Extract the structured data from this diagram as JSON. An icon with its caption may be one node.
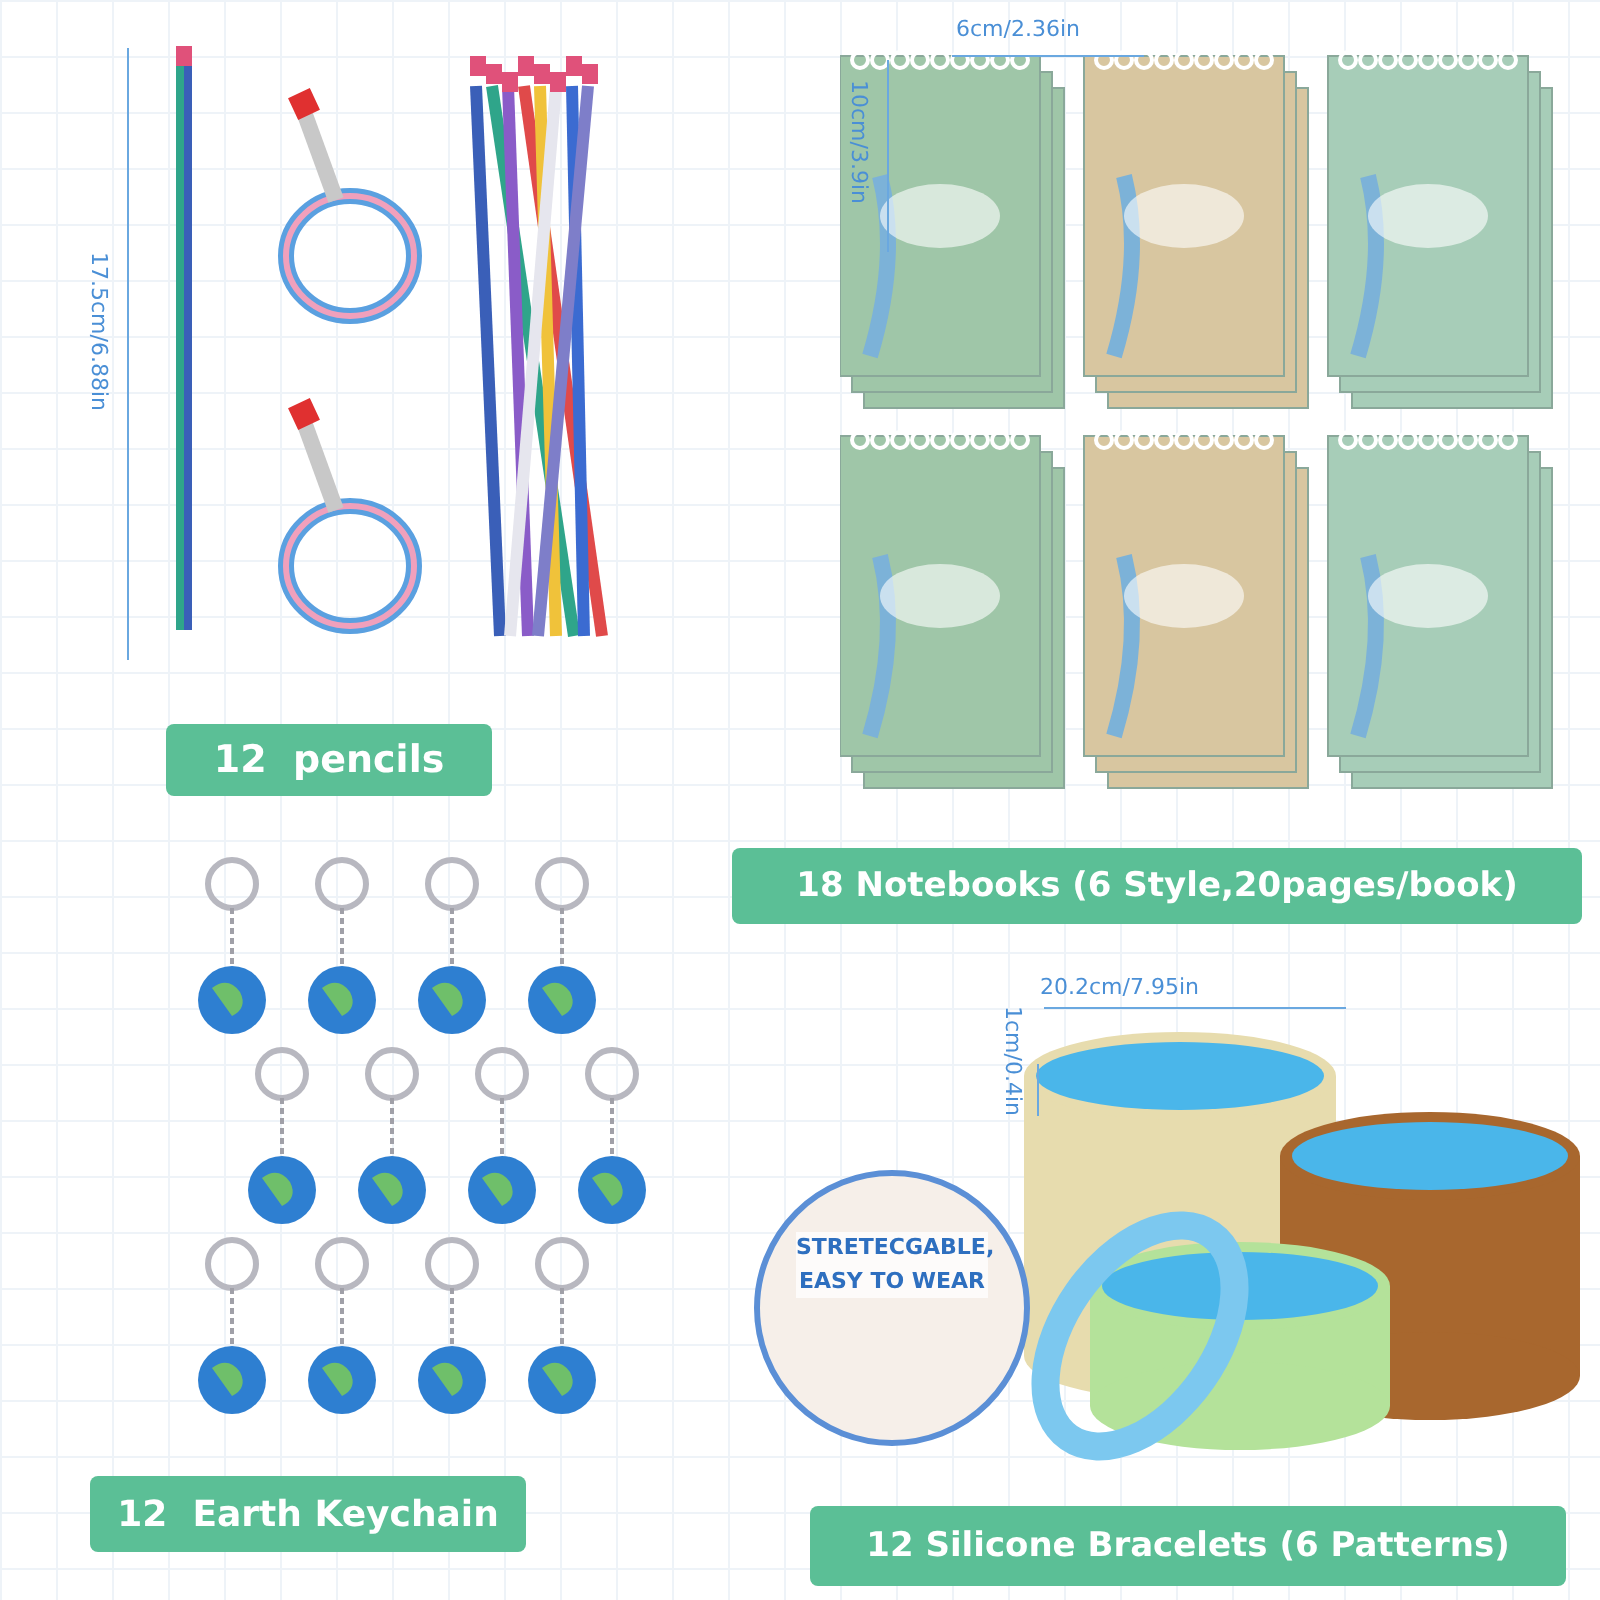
{
  "diagram": {
    "nodes": [
      {
        "text": [
          "12  pencils"
        ]
      },
      {
        "text": [
          "18 Notebooks (6 Style,20pages/book)"
        ]
      },
      {
        "text": [
          "12  Earth Keychain"
        ]
      },
      {
        "text": [
          "STRETECGABLE, EASY TO WEAR"
        ]
      },
      {
        "text": [
          "12 Silicone Bracelets (6 Patterns)"
        ]
      }
    ],
    "edges": [],
    "labels": [
      "6cm/2.36in",
      "10cm/3.9in",
      "17.5cm/6.88in",
      "20.2cm/7.95in",
      "1cm/0.4in"
    ]
  }
}
